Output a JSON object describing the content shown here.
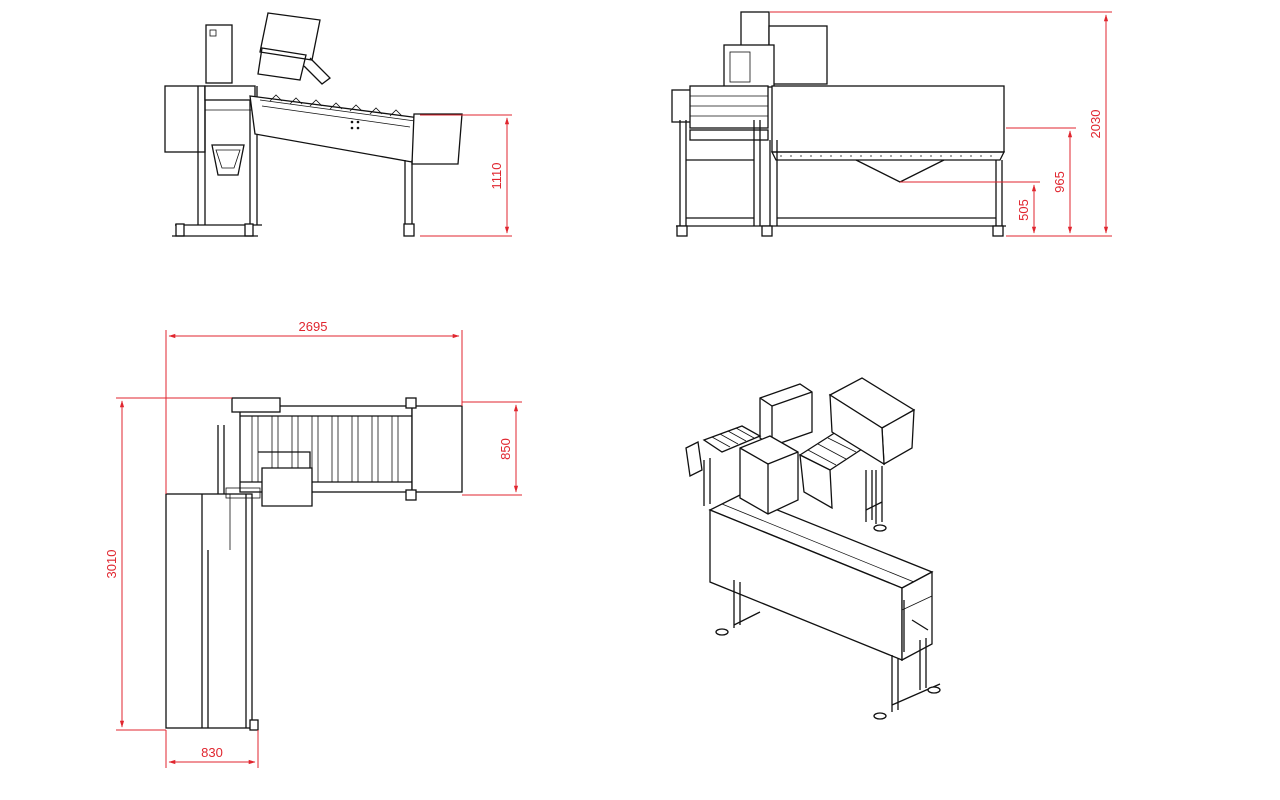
{
  "drawing": {
    "line_color": "#111111",
    "dimension_color": "#e0262f",
    "background": "#ffffff",
    "views": [
      {
        "view": "side-view-left",
        "dimensions": [
          {
            "label": "1110"
          }
        ]
      },
      {
        "view": "side-view-right",
        "dimensions": [
          {
            "label": "2030"
          },
          {
            "label": "965"
          },
          {
            "label": "505"
          }
        ]
      },
      {
        "view": "top-view",
        "dimensions": [
          {
            "label": "2695"
          },
          {
            "label": "850"
          },
          {
            "label": "3010"
          },
          {
            "label": "830"
          }
        ]
      },
      {
        "view": "isometric-view",
        "dimensions": []
      }
    ]
  }
}
